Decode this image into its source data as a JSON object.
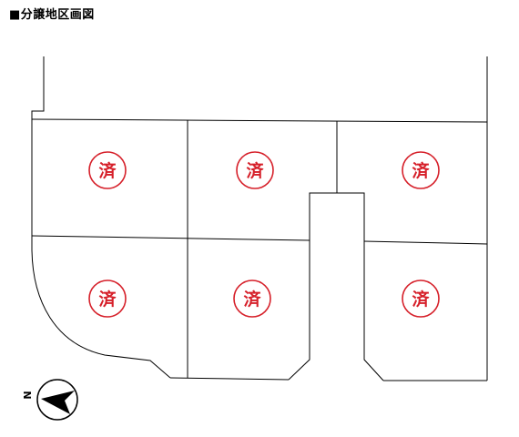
{
  "header": {
    "title": "■分譲地区画図"
  },
  "lots": [
    {
      "id": "lot-1",
      "status": "済"
    },
    {
      "id": "lot-2",
      "status": "済"
    },
    {
      "id": "lot-3",
      "status": "済"
    },
    {
      "id": "lot-4",
      "status": "済"
    },
    {
      "id": "lot-5",
      "status": "済"
    },
    {
      "id": "lot-6",
      "status": "済"
    }
  ],
  "compass": {
    "label": "N"
  },
  "colors": {
    "stamp": "#d6202a",
    "line": "#000000"
  }
}
